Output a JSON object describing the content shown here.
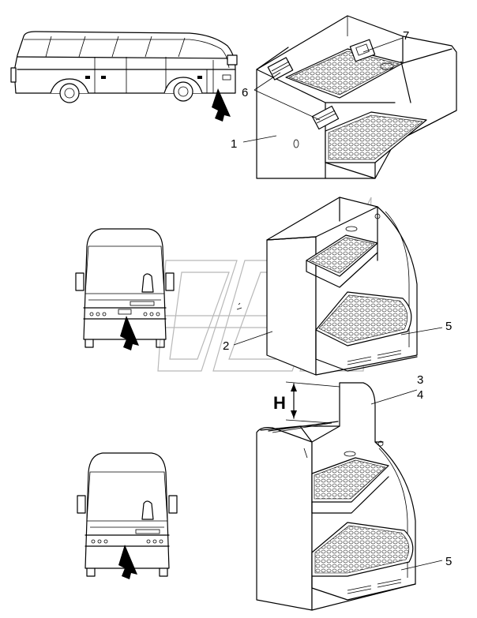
{
  "callouts": {
    "c1": "1",
    "c2": "2",
    "c3": "3",
    "c4": "4",
    "c5_upper": "5",
    "c5_lower": "5",
    "c6": "6",
    "c7": "7"
  },
  "dimension": {
    "height_label": "H"
  },
  "colors": {
    "line": "#000000",
    "background": "#ffffff",
    "watermark": "#b8b8b8"
  }
}
